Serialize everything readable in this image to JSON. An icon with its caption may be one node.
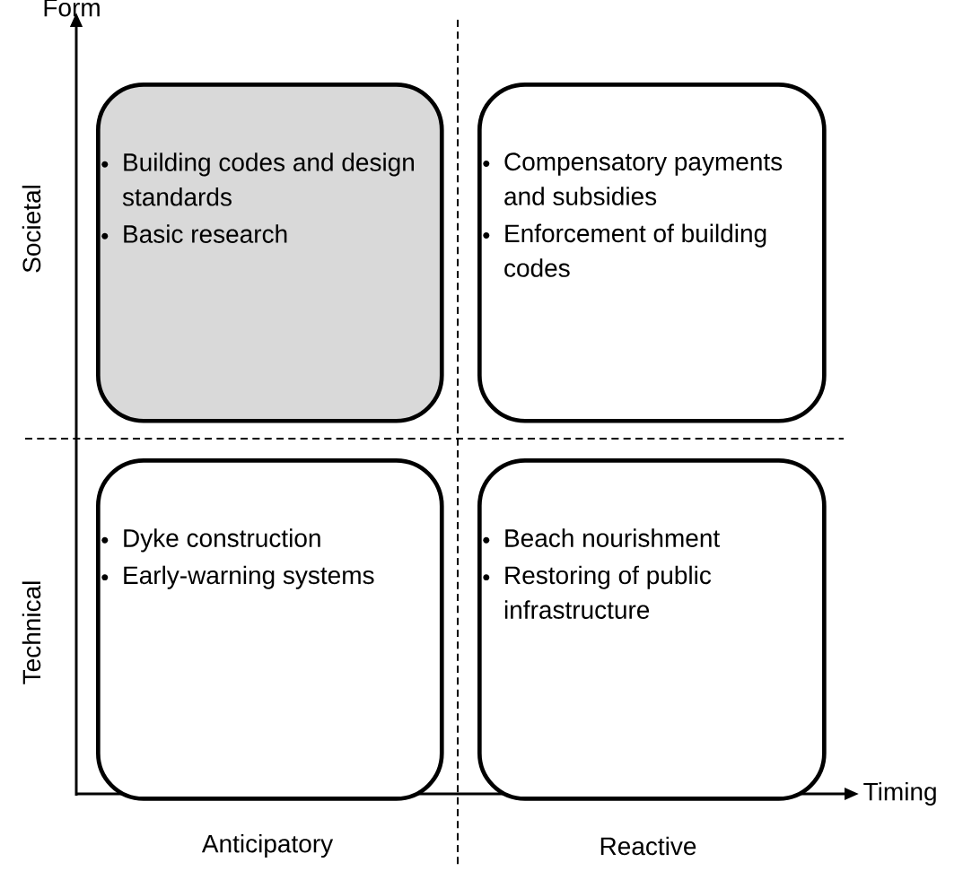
{
  "diagram": {
    "nodes": [
      {
        "text": [
          "Building codes and design standards",
          "Basic research"
        ]
      },
      {
        "text": [
          "Compensatory payments and subsidies",
          "Enforcement of building codes"
        ]
      },
      {
        "text": [
          "Dyke construction",
          "Early-warning systems"
        ]
      },
      {
        "text": [
          "Beach nourishment",
          "Restoring of public infrastructure"
        ]
      }
    ],
    "labels": [
      "Form",
      "Societal",
      "Technical",
      "Timing",
      "Anticipatory",
      "Reactive"
    ]
  }
}
